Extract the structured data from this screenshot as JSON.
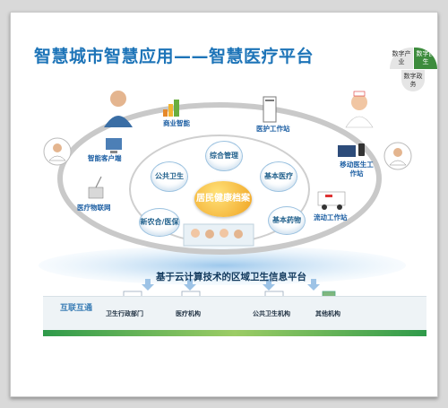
{
  "title": "智慧城市智慧应用——智慧医疗平台",
  "quadrant": {
    "top_left": "数字产业",
    "top_right": "数字民生",
    "bottom": "数字政务"
  },
  "center": "居民健康档案",
  "bubbles": {
    "zonghe": "综合管理",
    "gonggong": "公共卫生",
    "jiben_yiliao": "基本医疗",
    "xinnonghe": "新农合/医保",
    "jiben_yaowu": "基本药物"
  },
  "nodes": {
    "shangye": "商业智能",
    "huli": "医护工作站",
    "zhineng": "智能客户端",
    "yidong": "移动医生工作站",
    "wulian": "医疗物联网",
    "liudong": "流动工作站"
  },
  "platform": "基于云计算技术的区域卫生信息平台",
  "interconnect": "互联互通",
  "bottom_items": [
    "卫生行政部门",
    "医疗机构",
    "公共卫生机构",
    "其他机构"
  ],
  "colors": {
    "title_blue": "#1d74b8",
    "ring_gray": "#c9c9c9",
    "accent_green": "#3d8c3d",
    "center_orange": "#f0a21f"
  }
}
